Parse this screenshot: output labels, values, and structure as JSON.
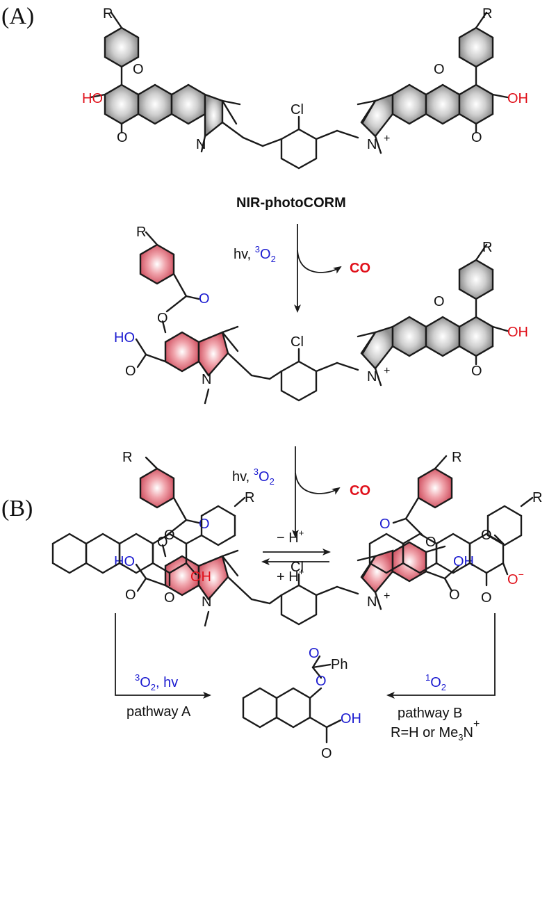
{
  "panels": {
    "a": "(A)",
    "b": "(B)"
  },
  "colors": {
    "grey_ring": "#a8a8a8",
    "red_ring": "#dd6f7c",
    "red": "#e0101a",
    "blue": "#1a1ad0",
    "black": "#111111"
  },
  "atoms": {
    "R": "R",
    "O": "O",
    "N": "N",
    "Cl": "Cl",
    "HO": "HO",
    "OH": "OH",
    "plus": "+",
    "Ph": "Ph",
    "minus": "−"
  },
  "scheme_a": {
    "compound_name": "NIR-photoCORM",
    "condition_hv": "hv, ",
    "condition_o2_sup": "3",
    "condition_o2": "O",
    "condition_o2_sub": "2",
    "product_gas": "CO"
  },
  "scheme_b": {
    "deprotonation": "− H",
    "protonation": "+ H",
    "h_charge": "+",
    "pathway_a_reagent_sup": "3",
    "pathway_a_reagent": "O",
    "pathway_a_reagent_sub": "2",
    "pathway_a_reagent_tail": ", hv",
    "pathway_a_label": "pathway A",
    "pathway_b_reagent_sup": "1",
    "pathway_b_reagent": "O",
    "pathway_b_reagent_sub": "2",
    "pathway_b_label": "pathway B",
    "substituent_note": "R=H or Me",
    "substituent_sub": "3",
    "substituent_tail": "N",
    "substituent_charge": "+"
  }
}
